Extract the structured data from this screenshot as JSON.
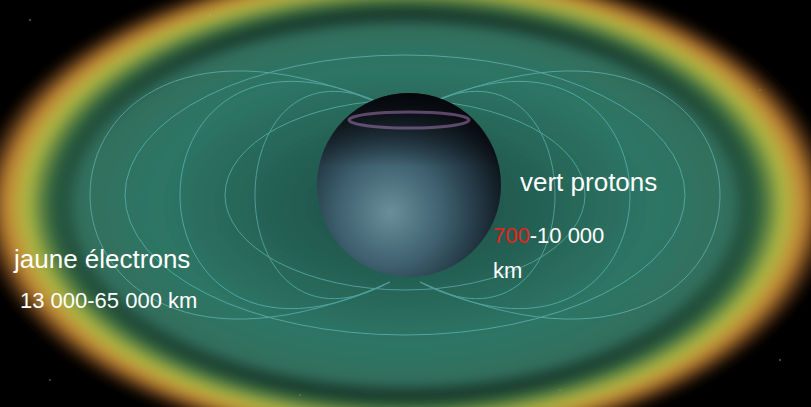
{
  "diagram": {
    "labels": [
      "jaune électrons",
      "13 000-65 000 km",
      "vert protons",
      "700",
      "-10 000 km"
    ]
  }
}
